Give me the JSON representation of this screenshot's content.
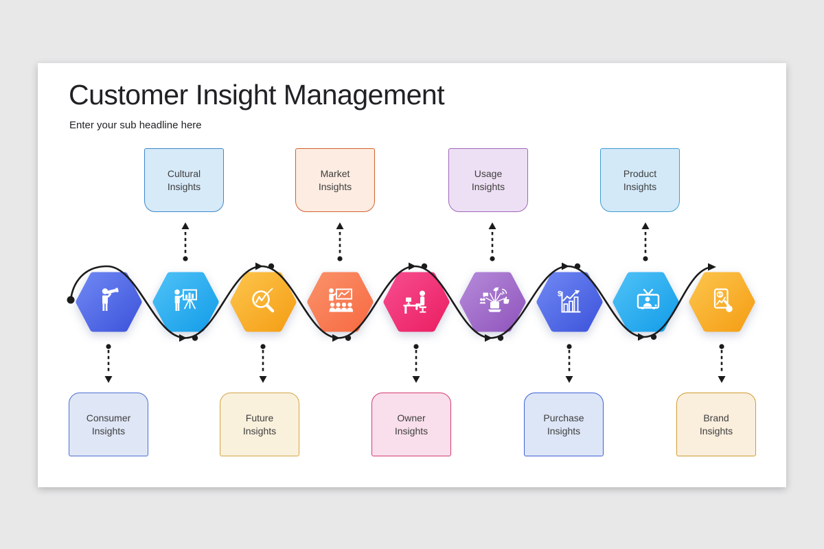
{
  "slide": {
    "title": "Customer Insight Management",
    "subtitle": "Enter your sub headline here"
  },
  "top_boxes": [
    {
      "label": "Cultural Insights",
      "fill": "#d7eaf8",
      "border": "#3a87c8"
    },
    {
      "label": "Market Insights",
      "fill": "#fcece1",
      "border": "#d2602f"
    },
    {
      "label": "Usage Insights",
      "fill": "#eee0f4",
      "border": "#9c64b8"
    },
    {
      "label": "Product Insights",
      "fill": "#d3e9f8",
      "border": "#3f9ad2"
    }
  ],
  "bottom_boxes": [
    {
      "label": "Consumer Insights",
      "fill": "#dfe6f6",
      "border": "#4a6fd0"
    },
    {
      "label": "Future Insights",
      "fill": "#faf1dd",
      "border": "#d2a544"
    },
    {
      "label": "Owner Insights",
      "fill": "#f9dfeb",
      "border": "#d23a70"
    },
    {
      "label": "Purchase Insights",
      "fill": "#dde6f7",
      "border": "#3d5fd6"
    },
    {
      "label": "Brand Insights",
      "fill": "#faeedd",
      "border": "#cf9c2e"
    }
  ],
  "hexagons": [
    {
      "icon": "telescope-person-icon",
      "color_from": "#6d86f2",
      "color_to": "#3f55dc"
    },
    {
      "icon": "presenter-chart-icon",
      "color_from": "#4cc0f6",
      "color_to": "#169ee9"
    },
    {
      "icon": "search-analytics-icon",
      "color_from": "#fcc34a",
      "color_to": "#f59f16"
    },
    {
      "icon": "audience-presentation-icon",
      "color_from": "#fa9068",
      "color_to": "#f76b43"
    },
    {
      "icon": "desk-worker-icon",
      "color_from": "#f64b8e",
      "color_to": "#eb2063"
    },
    {
      "icon": "social-media-icon",
      "color_from": "#b388d8",
      "color_to": "#9156bd"
    },
    {
      "icon": "sales-chart-icon",
      "color_from": "#6d86f2",
      "color_to": "#3f55dc"
    },
    {
      "icon": "tv-broadcast-icon",
      "color_from": "#4cc0f6",
      "color_to": "#169ee9"
    },
    {
      "icon": "tablet-touch-icon",
      "color_from": "#fcc34a",
      "color_to": "#f59f16"
    }
  ],
  "connector": {
    "color": "#1b1b1b"
  },
  "canvas": {
    "background": "#e8e8e9",
    "slide_background": "#ffffff"
  }
}
